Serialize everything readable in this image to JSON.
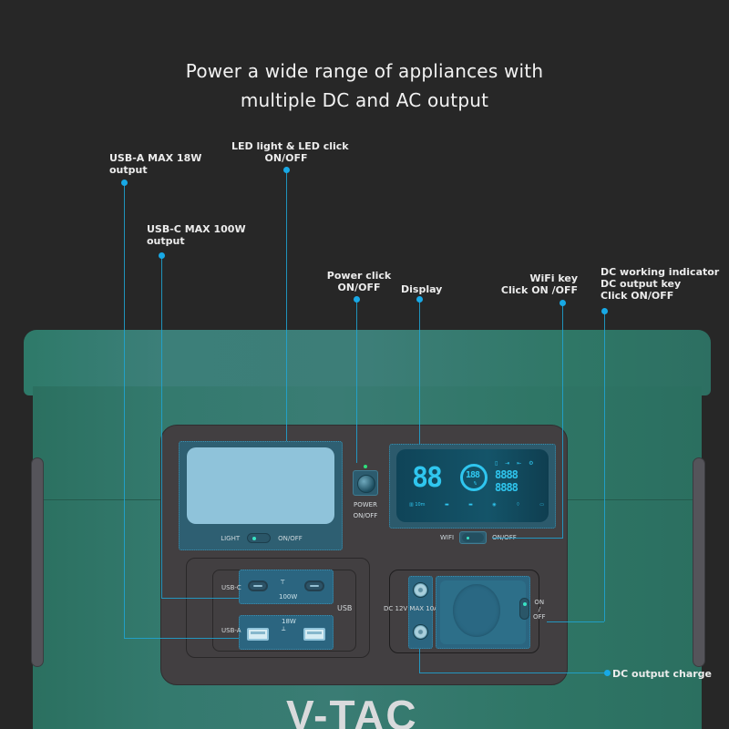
{
  "headline": {
    "line1": "Power a wide range of appliances with",
    "line2": "multiple DC and AC output"
  },
  "callouts": {
    "usb_a": {
      "line1": "USB-A MAX 18W",
      "line2": "output"
    },
    "usb_c": {
      "line1": "USB-C MAX 100W",
      "line2": "output"
    },
    "led": {
      "line1": "LED light & LED click",
      "line2": "ON/OFF"
    },
    "power": {
      "line1": "Power click",
      "line2": "ON/OFF"
    },
    "display": {
      "line1": "Display"
    },
    "wifi": {
      "line1": "WiFi key",
      "line2": "Click ON /OFF"
    },
    "dc_key": {
      "line1": "DC working indicator",
      "line2": "DC output key",
      "line3": "Click ON/OFF"
    },
    "dc_charge": {
      "line1": "DC output charge"
    }
  },
  "device": {
    "brand": "V-TAC",
    "light_panel": {
      "label": "LIGHT",
      "switch_label": "ON/OFF"
    },
    "power_button": {
      "label": "POWER",
      "sub": "ON/OFF"
    },
    "lcd": {
      "big_digits": "88",
      "ring_digits": "188",
      "ring_unit": "%",
      "row1": "8888",
      "row2": "8888",
      "status_icons": "▯ ⇥ ⇤ ⚙",
      "bottom_icons": [
        "▥ 10m",
        "▬",
        "▬",
        "◉",
        "⌔",
        "▭"
      ]
    },
    "wifi_switch": {
      "label": "WIFI",
      "switch_label": "ON/OFF"
    },
    "usb": {
      "section_label": "USB",
      "usbc_label": "USB-C",
      "usbc_watt": "100W",
      "usba_label": "USB-A",
      "usba_watt": "18W"
    },
    "dc": {
      "output_label": "DC 12V MAX 10A —",
      "switch_on": "ON",
      "switch_sep": "/",
      "switch_off": "OFF"
    }
  },
  "colors": {
    "background": "#272727",
    "device_green": "#357a6e",
    "callout_blue": "#18a9e6",
    "lcd_cyan": "#2fc6ef",
    "panel_gray": "#423f41"
  }
}
